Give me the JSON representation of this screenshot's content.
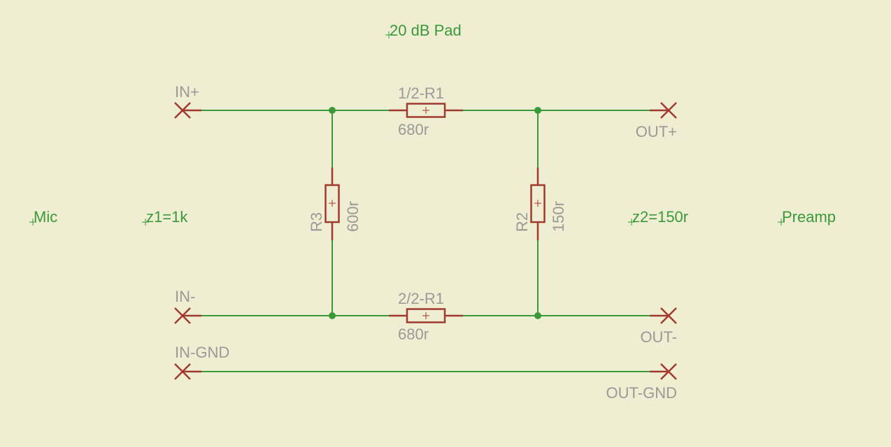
{
  "title": "20 dB Pad",
  "notes": {
    "mic": "Mic",
    "z1": "z1=1k",
    "z2": "z2=150r",
    "preamp": "Preamp"
  },
  "terminals": {
    "in_plus": "IN+",
    "in_minus": "IN-",
    "in_gnd": "IN-GND",
    "out_plus": "OUT+",
    "out_minus": "OUT-",
    "out_gnd": "OUT-GND"
  },
  "resistors": {
    "r1a": {
      "name": "1/2-R1",
      "value": "680r"
    },
    "r1b": {
      "name": "2/2-R1",
      "value": "680r"
    },
    "r3": {
      "name": "R3",
      "value": "600r"
    },
    "r2": {
      "name": "R2",
      "value": "150r"
    }
  },
  "colors": {
    "background": "#efedd2",
    "wire": "#3a9a3a",
    "component": "#a03a2e",
    "label": "#9a9a96"
  }
}
